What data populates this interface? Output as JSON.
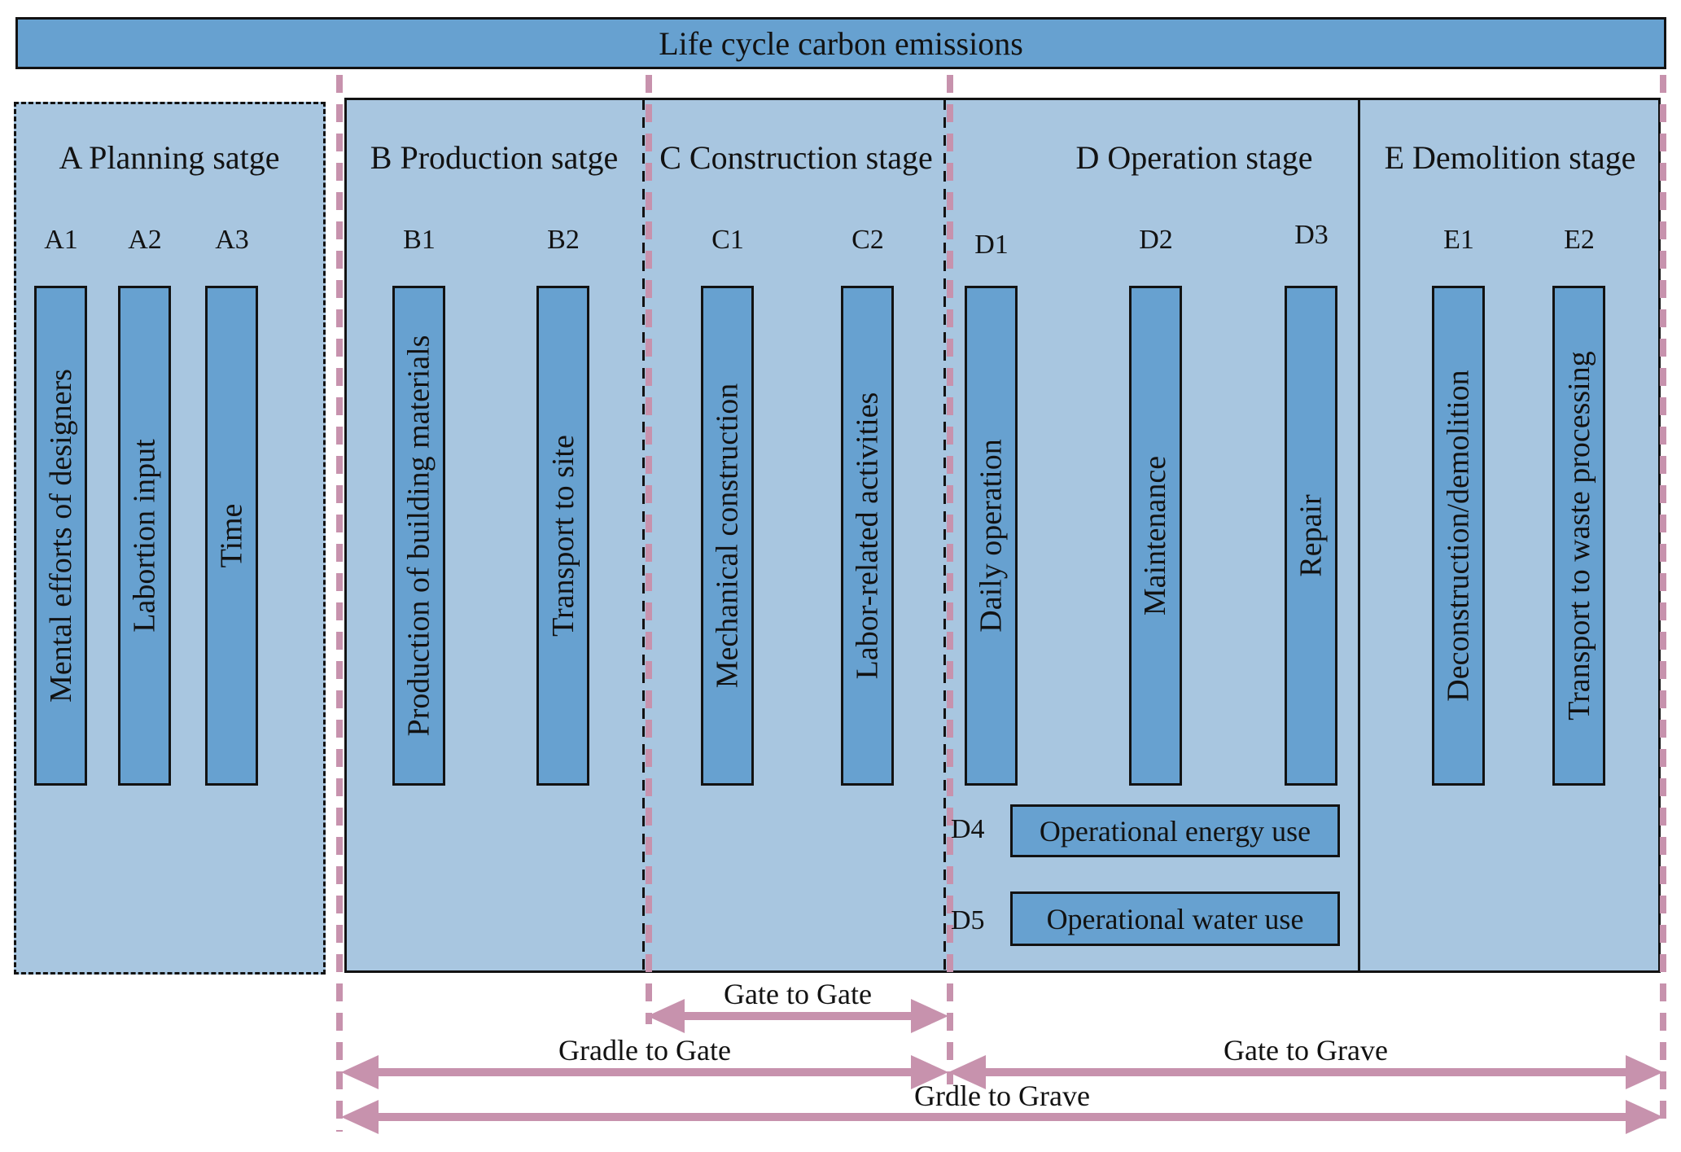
{
  "title": "Life cycle carbon emissions",
  "stages": [
    {
      "title": "A Planning satge",
      "items": [
        {
          "code": "A1",
          "label": "Mental efforts of designers"
        },
        {
          "code": "A2",
          "label": "Labortion input"
        },
        {
          "code": "A3",
          "label": "Time"
        }
      ]
    },
    {
      "title": "B Production satge",
      "items": [
        {
          "code": "B1",
          "label": "Production of building materials"
        },
        {
          "code": "B2",
          "label": "Transport to site"
        }
      ]
    },
    {
      "title": "C Construction stage",
      "items": [
        {
          "code": "C1",
          "label": "Mechanical construction"
        },
        {
          "code": "C2",
          "label": "Labor-related activities"
        }
      ]
    },
    {
      "title": "D Operation stage",
      "items": [
        {
          "code": "D1",
          "label": "Daily operation"
        },
        {
          "code": "D2",
          "label": "Maintenance"
        },
        {
          "code": "D3",
          "label": "Repair"
        }
      ],
      "extra_items": [
        {
          "code": "D4",
          "label": "Operational energy use"
        },
        {
          "code": "D5",
          "label": "Operational water use"
        }
      ]
    },
    {
      "title": "E Demolition stage",
      "items": [
        {
          "code": "E1",
          "label": "Deconstruction/demolition"
        },
        {
          "code": "E2",
          "label": "Transport to waste processing"
        }
      ]
    }
  ],
  "system_boundaries": [
    {
      "label": "Gate to Gate"
    },
    {
      "label": "Gradle to Gate"
    },
    {
      "label": "Gate to Grave"
    },
    {
      "label": "Grdle to Grave"
    }
  ],
  "colors": {
    "box_fill": "#67a1d0",
    "panel_fill": "#a8c6e0",
    "boundary_pink": "#c792ad",
    "line_black": "#121212"
  }
}
